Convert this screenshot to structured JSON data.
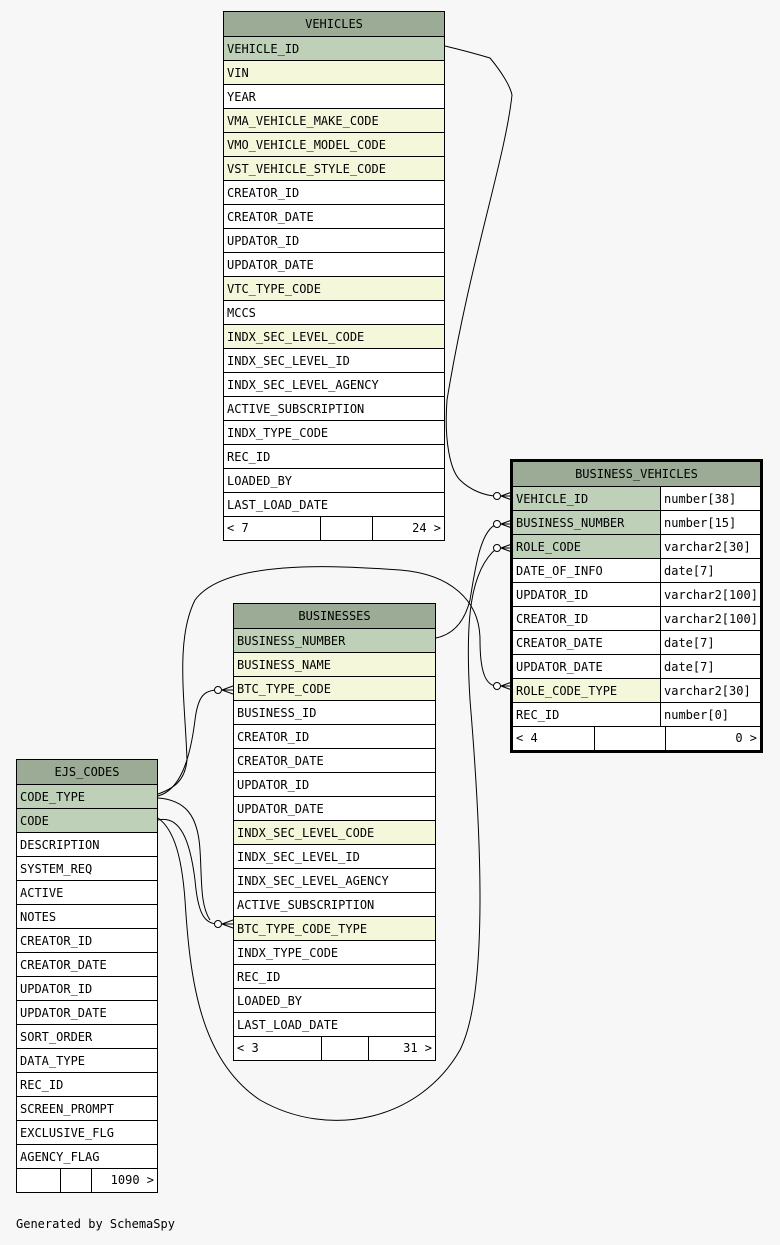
{
  "tables": {
    "vehicles": {
      "name": "VEHICLES",
      "columns": [
        {
          "name": "VEHICLE_ID",
          "kind": "pk"
        },
        {
          "name": "VIN",
          "kind": "fk"
        },
        {
          "name": "YEAR",
          "kind": ""
        },
        {
          "name": "VMA_VEHICLE_MAKE_CODE",
          "kind": "fk"
        },
        {
          "name": "VMO_VEHICLE_MODEL_CODE",
          "kind": "fk"
        },
        {
          "name": "VST_VEHICLE_STYLE_CODE",
          "kind": "fk"
        },
        {
          "name": "CREATOR_ID",
          "kind": ""
        },
        {
          "name": "CREATOR_DATE",
          "kind": ""
        },
        {
          "name": "UPDATOR_ID",
          "kind": ""
        },
        {
          "name": "UPDATOR_DATE",
          "kind": ""
        },
        {
          "name": "VTC_TYPE_CODE",
          "kind": "fk"
        },
        {
          "name": "MCCS",
          "kind": ""
        },
        {
          "name": "INDX_SEC_LEVEL_CODE",
          "kind": "fk"
        },
        {
          "name": "INDX_SEC_LEVEL_ID",
          "kind": ""
        },
        {
          "name": "INDX_SEC_LEVEL_AGENCY",
          "kind": ""
        },
        {
          "name": "ACTIVE_SUBSCRIPTION",
          "kind": ""
        },
        {
          "name": "INDX_TYPE_CODE",
          "kind": ""
        },
        {
          "name": "REC_ID",
          "kind": ""
        },
        {
          "name": "LOADED_BY",
          "kind": ""
        },
        {
          "name": "LAST_LOAD_DATE",
          "kind": ""
        }
      ],
      "footer": {
        "parents": "< 7",
        "middle": "",
        "children": "24 >"
      }
    },
    "business_vehicles": {
      "name": "BUSINESS_VEHICLES",
      "columns": [
        {
          "name": "VEHICLE_ID",
          "type": "number[38]",
          "kind": "pk"
        },
        {
          "name": "BUSINESS_NUMBER",
          "type": "number[15]",
          "kind": "pk"
        },
        {
          "name": "ROLE_CODE",
          "type": "varchar2[30]",
          "kind": "pk"
        },
        {
          "name": "DATE_OF_INFO",
          "type": "date[7]",
          "kind": ""
        },
        {
          "name": "UPDATOR_ID",
          "type": "varchar2[100]",
          "kind": ""
        },
        {
          "name": "CREATOR_ID",
          "type": "varchar2[100]",
          "kind": ""
        },
        {
          "name": "CREATOR_DATE",
          "type": "date[7]",
          "kind": ""
        },
        {
          "name": "UPDATOR_DATE",
          "type": "date[7]",
          "kind": ""
        },
        {
          "name": "ROLE_CODE_TYPE",
          "type": "varchar2[30]",
          "kind": "fk"
        },
        {
          "name": "REC_ID",
          "type": "number[0]",
          "kind": ""
        }
      ],
      "footer": {
        "parents": "< 4",
        "middle": "",
        "children": "0 >"
      }
    },
    "businesses": {
      "name": "BUSINESSES",
      "columns": [
        {
          "name": "BUSINESS_NUMBER",
          "kind": "pk"
        },
        {
          "name": "BUSINESS_NAME",
          "kind": "fk"
        },
        {
          "name": "BTC_TYPE_CODE",
          "kind": "fk"
        },
        {
          "name": "BUSINESS_ID",
          "kind": ""
        },
        {
          "name": "CREATOR_ID",
          "kind": ""
        },
        {
          "name": "CREATOR_DATE",
          "kind": ""
        },
        {
          "name": "UPDATOR_ID",
          "kind": ""
        },
        {
          "name": "UPDATOR_DATE",
          "kind": ""
        },
        {
          "name": "INDX_SEC_LEVEL_CODE",
          "kind": "fk"
        },
        {
          "name": "INDX_SEC_LEVEL_ID",
          "kind": ""
        },
        {
          "name": "INDX_SEC_LEVEL_AGENCY",
          "kind": ""
        },
        {
          "name": "ACTIVE_SUBSCRIPTION",
          "kind": ""
        },
        {
          "name": "BTC_TYPE_CODE_TYPE",
          "kind": "fk"
        },
        {
          "name": "INDX_TYPE_CODE",
          "kind": ""
        },
        {
          "name": "REC_ID",
          "kind": ""
        },
        {
          "name": "LOADED_BY",
          "kind": ""
        },
        {
          "name": "LAST_LOAD_DATE",
          "kind": ""
        }
      ],
      "footer": {
        "parents": "< 3",
        "middle": "",
        "children": "31 >"
      }
    },
    "ejs_codes": {
      "name": "EJS_CODES",
      "columns": [
        {
          "name": "CODE_TYPE",
          "kind": "pk"
        },
        {
          "name": "CODE",
          "kind": "pk"
        },
        {
          "name": "DESCRIPTION",
          "kind": ""
        },
        {
          "name": "SYSTEM_REQ",
          "kind": ""
        },
        {
          "name": "ACTIVE",
          "kind": ""
        },
        {
          "name": "NOTES",
          "kind": ""
        },
        {
          "name": "CREATOR_ID",
          "kind": ""
        },
        {
          "name": "CREATOR_DATE",
          "kind": ""
        },
        {
          "name": "UPDATOR_ID",
          "kind": ""
        },
        {
          "name": "UPDATOR_DATE",
          "kind": ""
        },
        {
          "name": "SORT_ORDER",
          "kind": ""
        },
        {
          "name": "DATA_TYPE",
          "kind": ""
        },
        {
          "name": "REC_ID",
          "kind": ""
        },
        {
          "name": "SCREEN_PROMPT",
          "kind": ""
        },
        {
          "name": "EXCLUSIVE_FLG",
          "kind": ""
        },
        {
          "name": "AGENCY_FLAG",
          "kind": ""
        }
      ],
      "footer": {
        "parents": "",
        "middle": "",
        "children": "1090 >"
      }
    }
  },
  "colors": {
    "header": "#9bab96",
    "primary_key": "#bed1b8",
    "foreign_key": "#f4f7da",
    "background": "#f7f7f7"
  },
  "footer_text": "Generated by SchemaSpy"
}
